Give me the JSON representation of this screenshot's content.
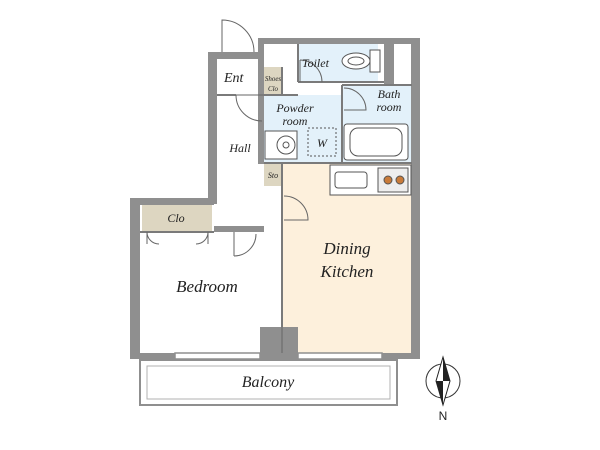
{
  "rooms": {
    "entrance": "Ent",
    "shoe_closet_1": "Shoes",
    "shoe_closet_2": "Clo",
    "toilet": "Toilet",
    "bath_1": "Bath",
    "bath_2": "room",
    "powder_1": "Powder",
    "powder_2": "room",
    "washer": "W",
    "hall": "Hall",
    "storage": "Sto",
    "closet": "Clo",
    "bedroom": "Bedroom",
    "dining": "Dining",
    "kitchen": "Kitchen",
    "balcony": "Balcony"
  },
  "compass": {
    "label": "N"
  },
  "colors": {
    "wall": "#8f8f8f",
    "kitchen_floor": "#fdf0dc",
    "wet_floor": "#e3f1fa",
    "closet": "#ddd6c1",
    "floor": "#ffffff"
  }
}
